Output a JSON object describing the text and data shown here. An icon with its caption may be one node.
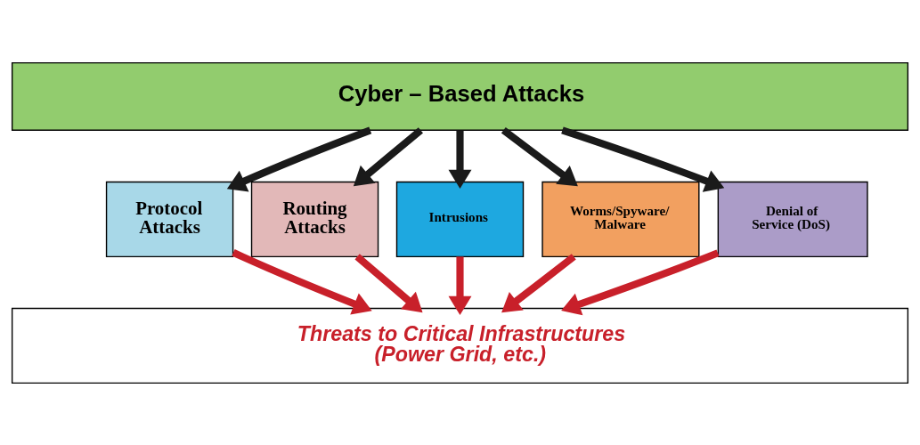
{
  "diagram": {
    "nodes": [
      {
        "text": [
          "Cyber – Based Attacks"
        ]
      },
      {
        "text": [
          "Protocol Attacks"
        ]
      },
      {
        "text": [
          "Routing Attacks"
        ]
      },
      {
        "text": [
          "Intrusions"
        ]
      },
      {
        "text": [
          "Worms/Spyware/ Malware"
        ]
      },
      {
        "text": [
          "Denial of Service (DoS)"
        ]
      },
      {
        "text": [
          "Threats to Critical Infrastructures (Power Grid, etc.)"
        ]
      }
    ],
    "edges": [
      {
        "from": 0,
        "to": 1,
        "arrow": "to"
      },
      {
        "from": 0,
        "to": 2,
        "arrow": "to"
      },
      {
        "from": 0,
        "to": 3,
        "arrow": "to"
      },
      {
        "from": 0,
        "to": 4,
        "arrow": "to"
      },
      {
        "from": 0,
        "to": 5,
        "arrow": "to"
      },
      {
        "from": 1,
        "to": 6,
        "arrow": "to",
        "color": "#c8202a"
      },
      {
        "from": 2,
        "to": 6,
        "arrow": "to",
        "color": "#c8202a"
      },
      {
        "from": 3,
        "to": 6,
        "arrow": "to",
        "color": "#c8202a"
      },
      {
        "from": 4,
        "to": 6,
        "arrow": "to",
        "color": "#c8202a"
      },
      {
        "from": 5,
        "to": 6,
        "arrow": "to",
        "color": "#c8202a"
      }
    ]
  }
}
